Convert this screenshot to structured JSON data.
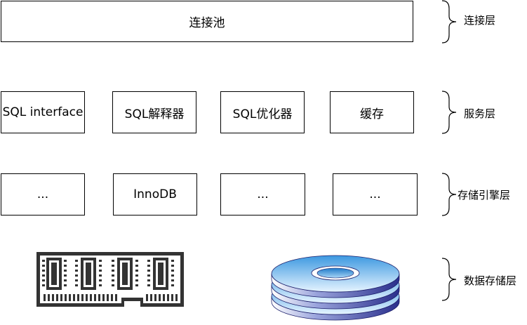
{
  "layers": {
    "connection": {
      "label": "连接层",
      "boxes": [
        "连接池"
      ]
    },
    "service": {
      "label": "服务层",
      "boxes": [
        "SQL interface",
        "SQL解释器",
        "SQL优化器",
        "缓存"
      ]
    },
    "storage_engine": {
      "label": "存储引擎层",
      "boxes": [
        "...",
        "InnoDB",
        "...",
        "..."
      ]
    },
    "data_storage": {
      "label": "数据存储层",
      "icons": [
        "memory-module-icon",
        "disk-stack-icon"
      ]
    }
  }
}
